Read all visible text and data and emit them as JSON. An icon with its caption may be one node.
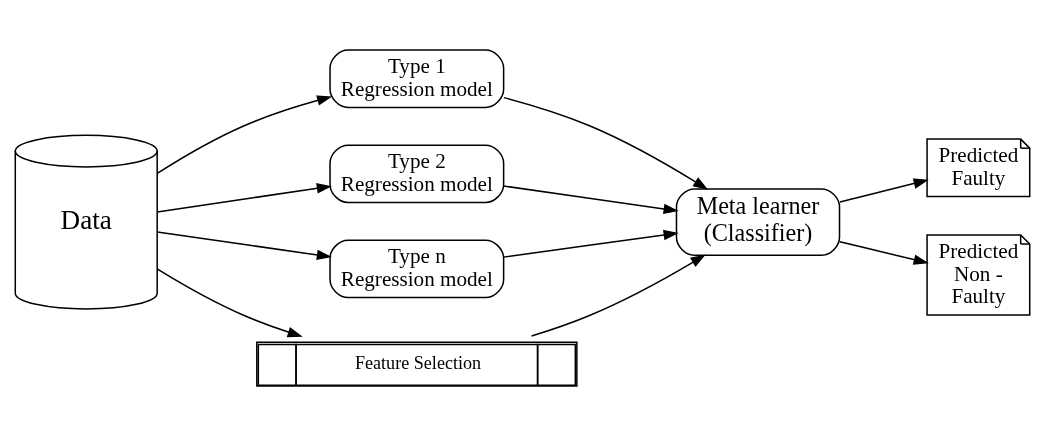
{
  "diagram": {
    "nodes": [
      {
        "text": [
          "Data"
        ]
      },
      {
        "text": [
          "Type 1 Regression model"
        ]
      },
      {
        "text": [
          "Type 2 Regression model"
        ]
      },
      {
        "text": [
          "Type n Regression model"
        ]
      },
      {
        "text": [
          "Meta learner (Classifier)"
        ]
      },
      {
        "text": [
          "Predicted Faulty"
        ]
      },
      {
        "text": [
          "Predicted Non - Faulty"
        ]
      },
      {
        "text": [
          "Feature Selection"
        ]
      }
    ],
    "edges": [
      {
        "from": 0,
        "to": 1,
        "arrow": "to"
      },
      {
        "from": 0,
        "to": 2,
        "arrow": "to"
      },
      {
        "from": 0,
        "to": 3,
        "arrow": "to"
      },
      {
        "from": 1,
        "to": 4,
        "arrow": "to"
      },
      {
        "from": 2,
        "to": 4,
        "arrow": "to"
      },
      {
        "from": 3,
        "to": 4,
        "arrow": "to"
      },
      {
        "from": 0,
        "to": 7,
        "arrow": "to"
      },
      {
        "from": 7,
        "to": 4,
        "arrow": "to"
      },
      {
        "from": 4,
        "to": 5,
        "arrow": "to"
      },
      {
        "from": 4,
        "to": 6,
        "arrow": "to"
      }
    ]
  }
}
